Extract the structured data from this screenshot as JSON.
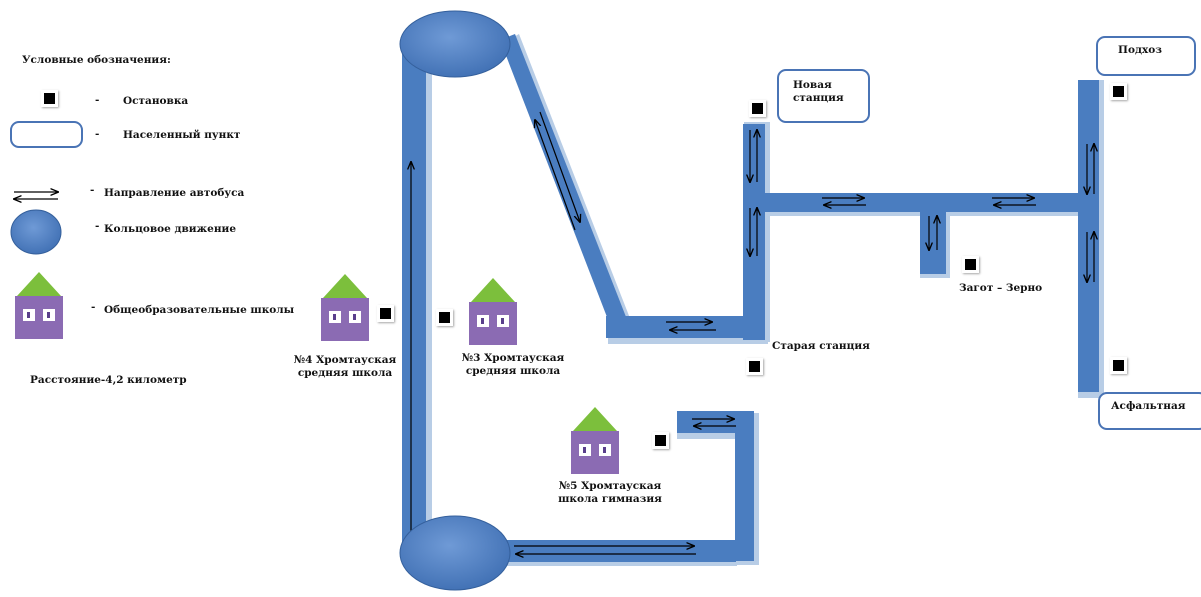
{
  "legend": {
    "title": "Условные обозначения:",
    "items": [
      {
        "symbol": "stop",
        "dash": "-",
        "label": "Остановка"
      },
      {
        "symbol": "settlement",
        "dash": "-",
        "label": "Населенный пункт"
      },
      {
        "symbol": "bus-direction-arrows",
        "dash": "-",
        "label": "Направление автобуса"
      },
      {
        "symbol": "roundabout",
        "dash": "-",
        "label": "Кольцовое движение"
      },
      {
        "symbol": "school",
        "dash": "-",
        "label": "Общеобразовательные школы"
      }
    ],
    "distance": "Расстояние-4,2 километр"
  },
  "schools": {
    "s4": "№4 Хромтауская средняя школа",
    "s3": "№3 Хромтауская средняя школа",
    "s5": "№5 Хромтауская школа гимназия"
  },
  "places": {
    "novaya": "Новая станция",
    "staraya": "Старая станция",
    "zagot": "Загот – Зерно",
    "podhoz": "Подхоз",
    "asfaltnaya": "Асфальтная"
  },
  "colors": {
    "road": "#4a7dc0",
    "road_shadow": "#a9c3e3",
    "roundabout": "#4b7fc4",
    "settlement_border": "#4a74b5",
    "school_roof": "#7cbf3c",
    "school_body": "#8b6bb3",
    "stop": "#000000"
  }
}
